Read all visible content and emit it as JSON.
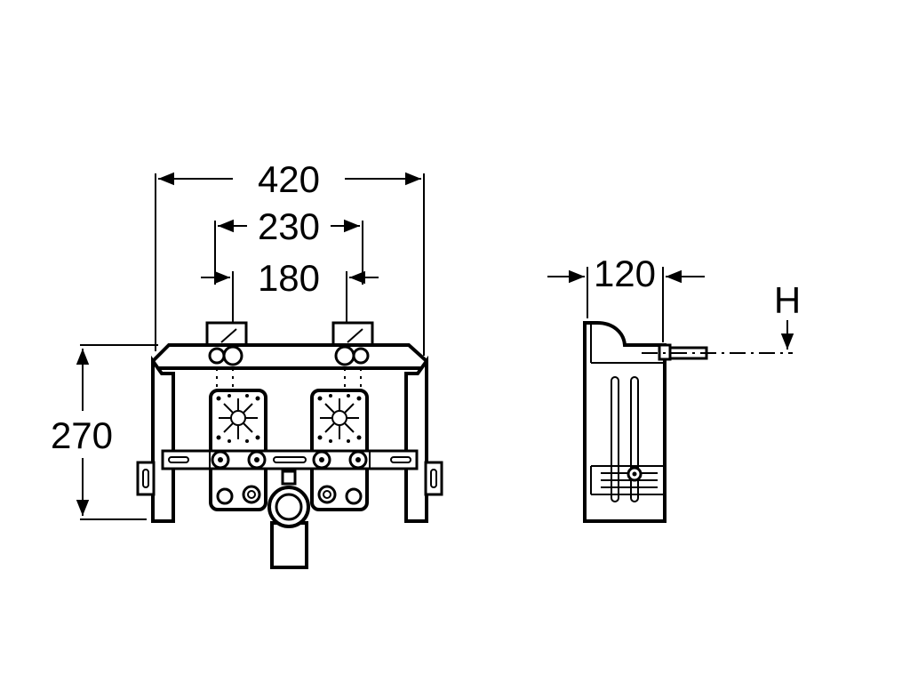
{
  "dimensions": {
    "overall_width": "420",
    "outer_spacing": "230",
    "inner_spacing": "180",
    "height": "270",
    "depth": "120",
    "height_marker": "H"
  }
}
